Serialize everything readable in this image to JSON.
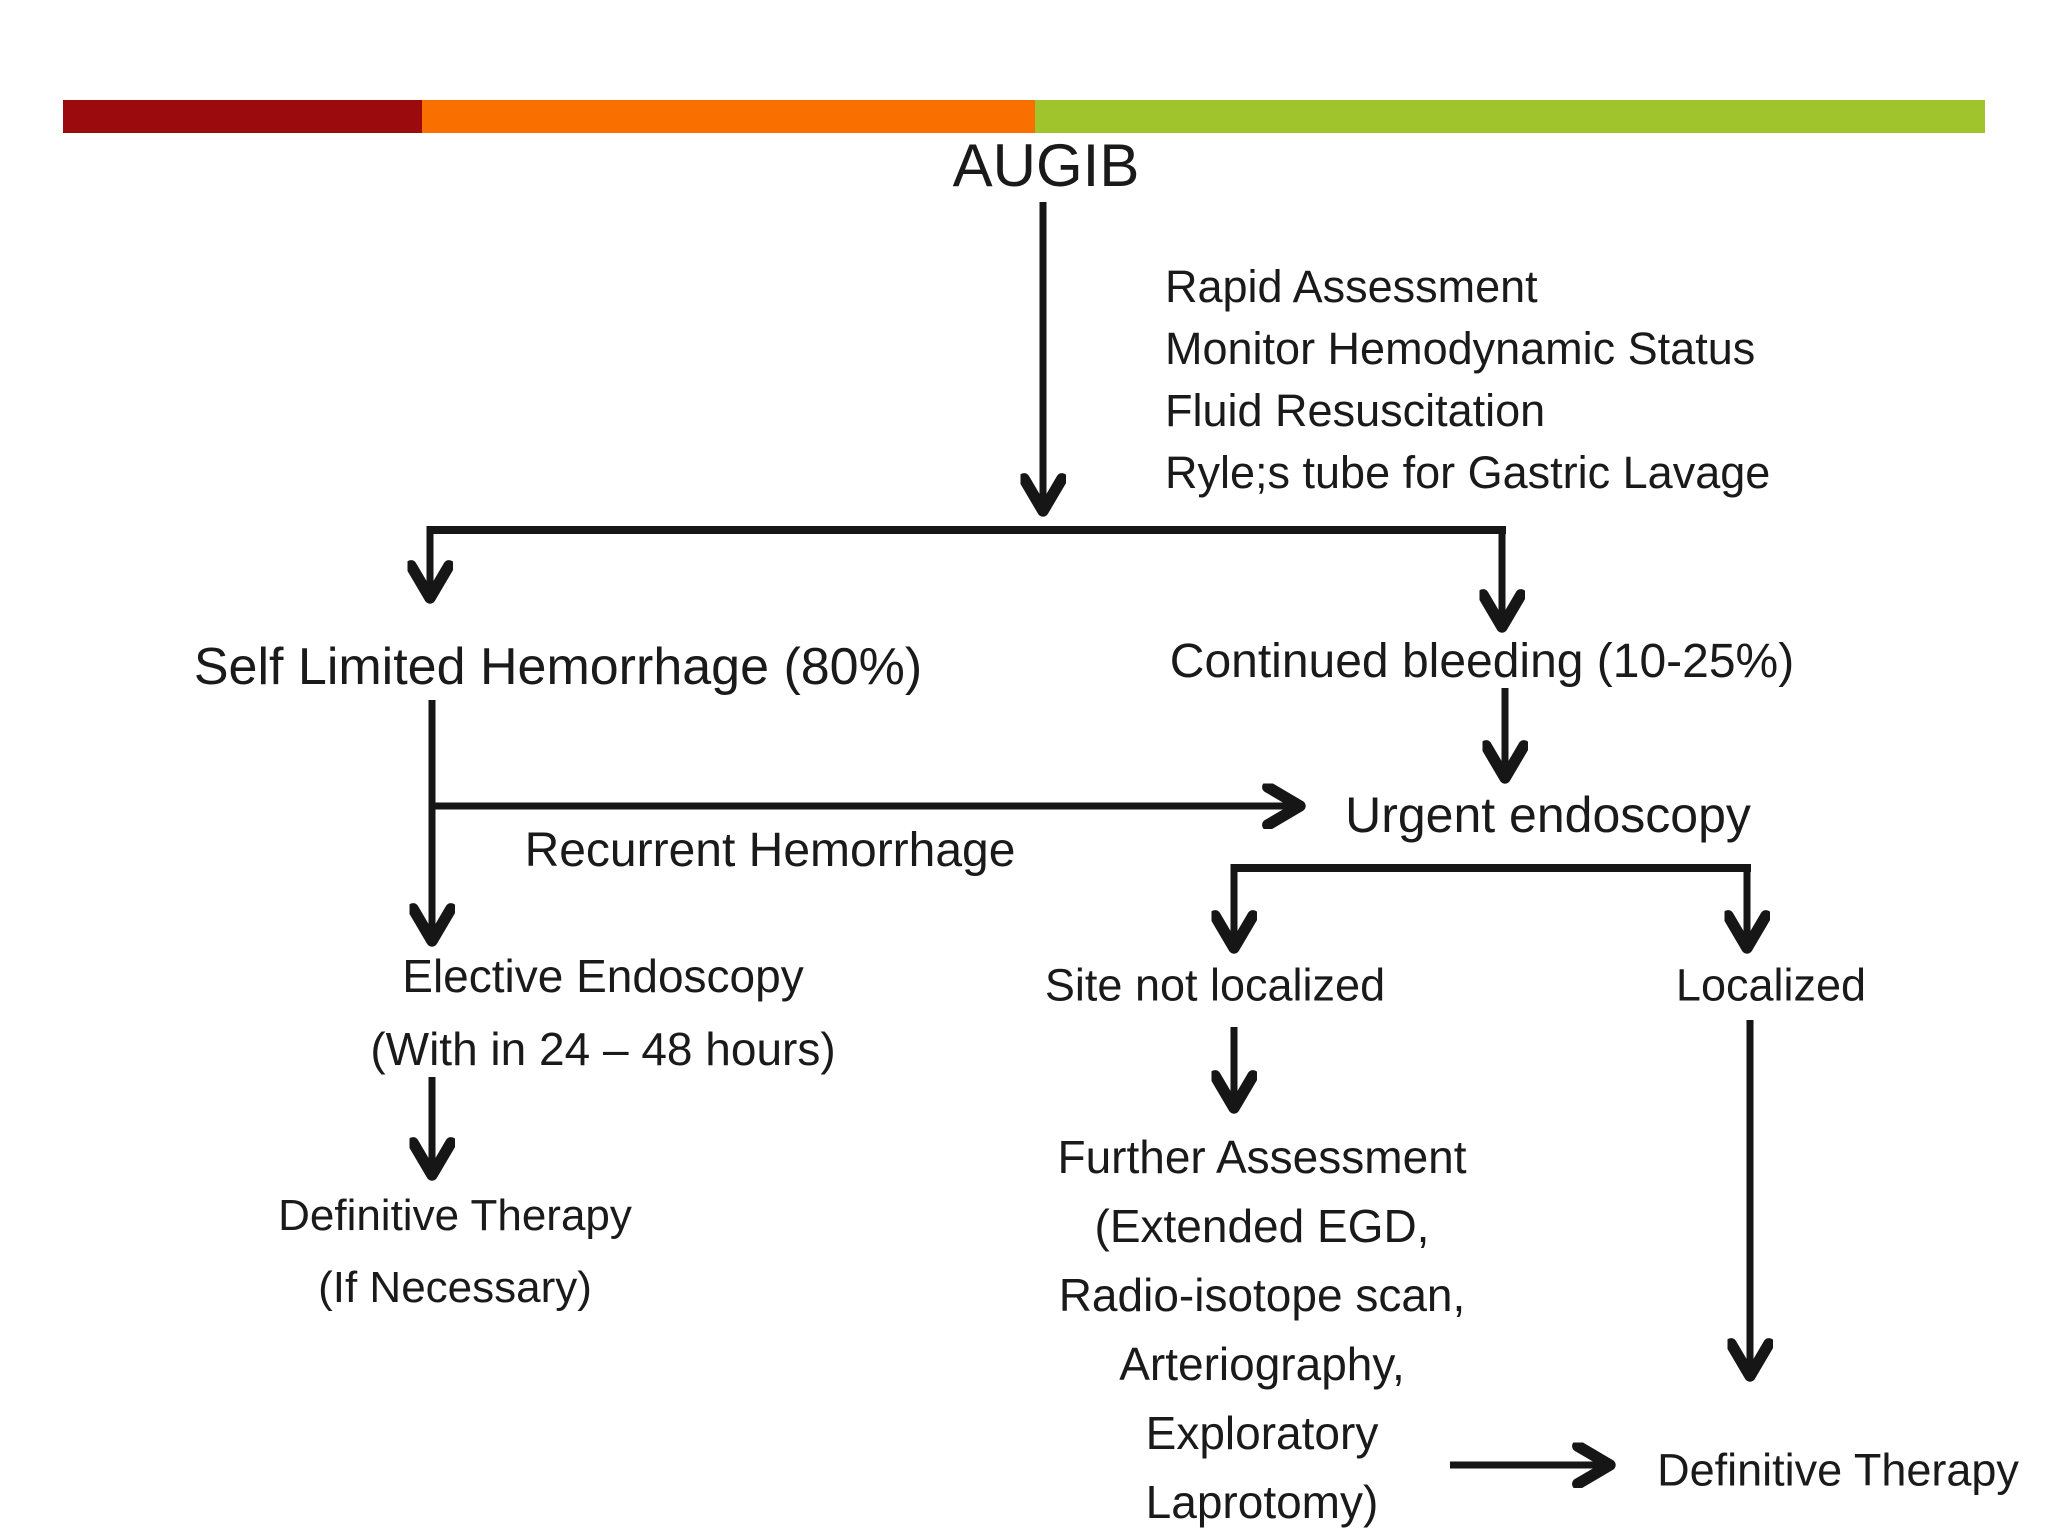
{
  "colors": {
    "background": "#ffffff",
    "ink": "#1a1a1a",
    "line": "#161616"
  },
  "top_bar": {
    "segments": [
      {
        "name": "dark-red",
        "color": "#9B0B0E"
      },
      {
        "name": "orange",
        "color": "#FA7000"
      },
      {
        "name": "green",
        "color": "#A0C42C"
      }
    ]
  },
  "title": "AUGIB",
  "assessment": {
    "lines": [
      "Rapid Assessment",
      "Monitor Hemodynamic Status",
      "Fluid Resuscitation",
      "Ryle;s tube for Gastric Lavage"
    ]
  },
  "nodes": {
    "self_limited": "Self Limited Hemorrhage (80%)",
    "continued_bleeding": "Continued bleeding (10-25%)",
    "recurrent_hemorrhage": "Recurrent Hemorrhage",
    "urgent_endoscopy": "Urgent endoscopy",
    "elective_endoscopy": {
      "line1": "Elective Endoscopy",
      "line2": "(With in 24 – 48 hours)"
    },
    "definitive_therapy_left": {
      "line1": "Definitive Therapy",
      "line2": "(If Necessary)"
    },
    "site_not_localized": "Site not localized",
    "localized": "Localized",
    "further_assessment": {
      "lines": [
        "Further Assessment",
        "(Extended EGD,",
        "Radio-isotope scan,",
        "Arteriography,",
        "Exploratory",
        "Laprotomy)"
      ]
    },
    "definitive_therapy_right": "Definitive Therapy"
  }
}
